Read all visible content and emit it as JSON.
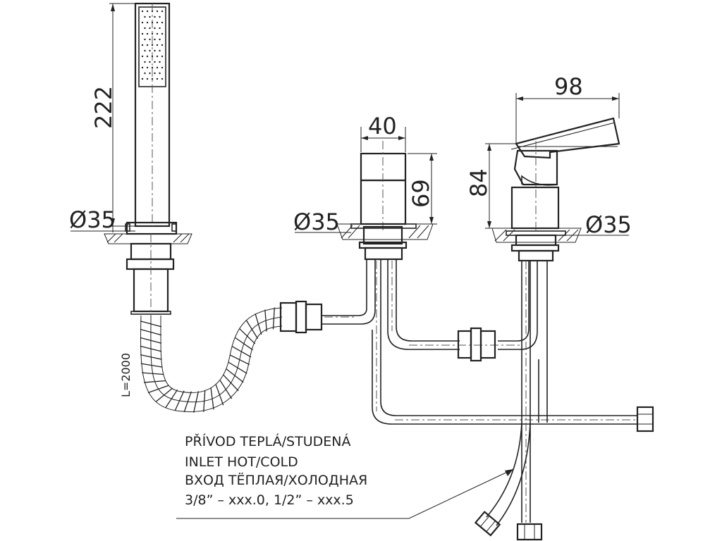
{
  "dimensions": {
    "handshower_height": "222",
    "handshower_diameter": "Ø35",
    "spout_width": "40",
    "spout_height": "69",
    "spout_diameter": "Ø35",
    "mixer_depth": "98",
    "mixer_height": "84",
    "mixer_diameter": "Ø35",
    "hose_length": "L=2000"
  },
  "note": {
    "line1": "PŘÍVOD TEPLÁ/STUDENÁ",
    "line2": "INLET HOT/COLD",
    "line3": "ВХОД ТЁПЛАЯ/ХОЛОДНАЯ",
    "line4": "3/8” – xxx.0, 1/2” – xxx.5"
  }
}
